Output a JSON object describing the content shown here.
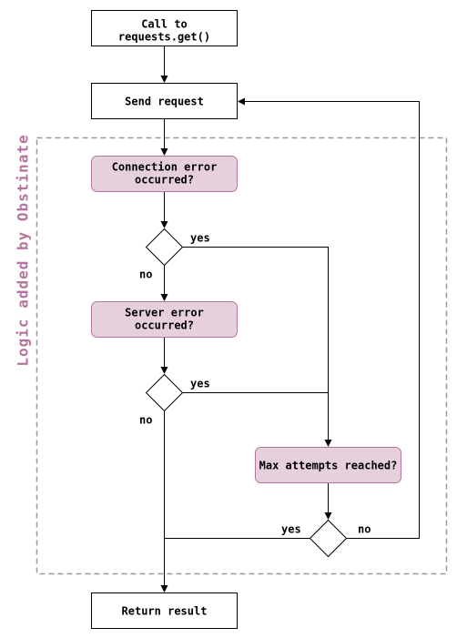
{
  "colors": {
    "line": "#000000",
    "pink_fill": "#e6d0de",
    "pink_stroke": "#b5739d",
    "region_border": "#999999",
    "region_label": "#b5739d"
  },
  "region": {
    "label": "Logic added by Obstinate"
  },
  "nodes": {
    "call": {
      "line1": "Call to",
      "line2": "requests.get()"
    },
    "send": {
      "label": "Send request"
    },
    "conn_error": {
      "line1": "Connection error",
      "line2": "occurred?"
    },
    "server_error": {
      "line1": "Server error",
      "line2": "occurred?"
    },
    "max_attempts": {
      "label": "Max attempts reached?"
    },
    "return": {
      "label": "Return result"
    }
  },
  "edge_labels": {
    "d1_yes": "yes",
    "d1_no": "no",
    "d2_yes": "yes",
    "d2_no": "no",
    "d3_yes": "yes",
    "d3_no": "no"
  }
}
